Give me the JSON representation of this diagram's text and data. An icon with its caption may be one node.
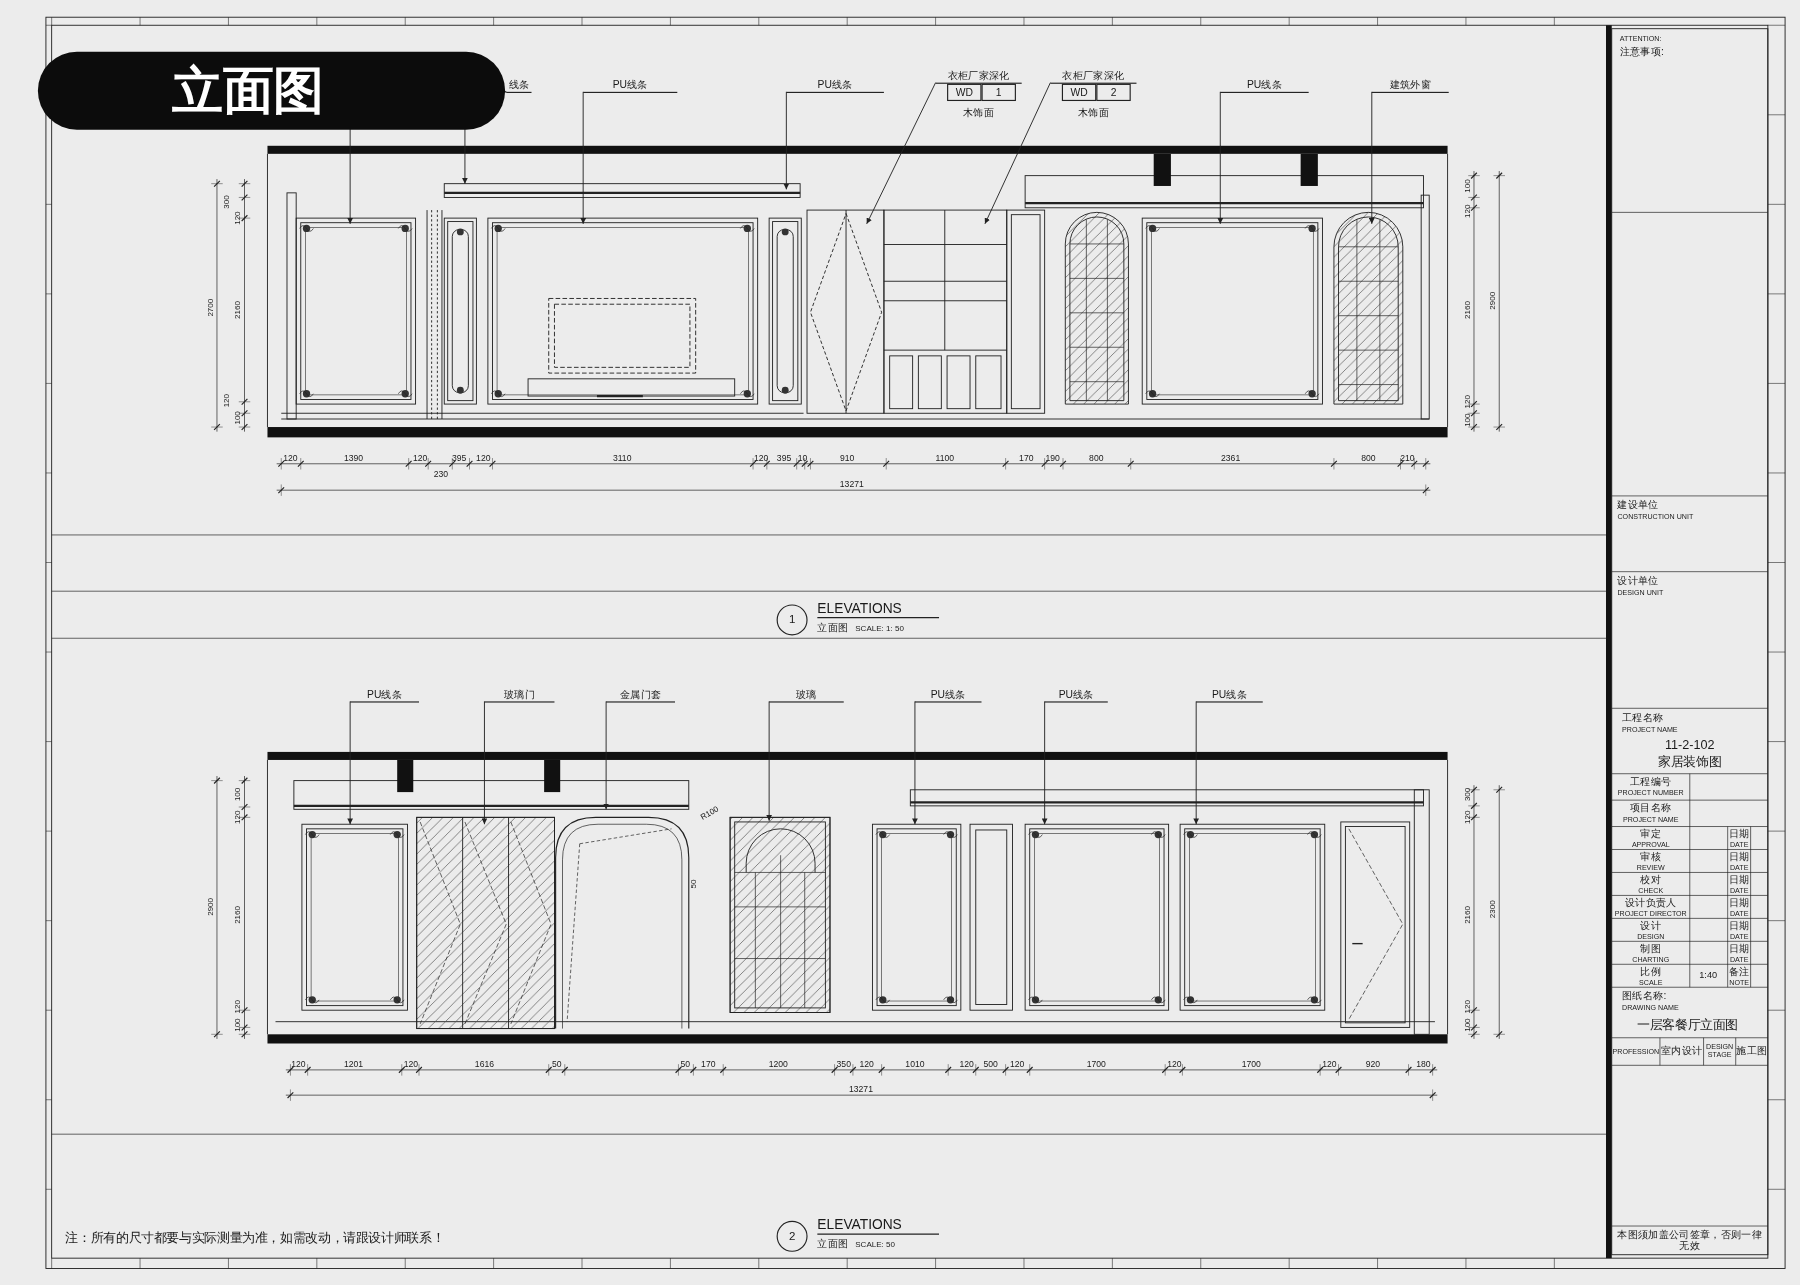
{
  "diagram": {
    "title": "立面图",
    "nodes": [
      {
        "text": [
          "线条"
        ]
      },
      {
        "text": [
          "PU线条"
        ]
      },
      {
        "text": [
          "PU线条"
        ]
      },
      {
        "text": [
          "衣柜厂家深化",
          "WD",
          "1",
          "木饰面"
        ]
      },
      {
        "text": [
          "衣柜厂家深化",
          "WD",
          "2",
          "木饰面"
        ]
      },
      {
        "text": [
          "PU线条"
        ]
      },
      {
        "text": [
          "建筑外窗"
        ]
      },
      {
        "text": [
          "PU线条"
        ]
      },
      {
        "text": [
          "玻璃门"
        ]
      },
      {
        "text": [
          "金属门套"
        ]
      },
      {
        "text": [
          "玻璃"
        ]
      },
      {
        "text": [
          "PU线条"
        ]
      },
      {
        "text": [
          "PU线条"
        ]
      },
      {
        "text": [
          "PU线条"
        ]
      }
    ],
    "edges": [
      {
        "from": 0,
        "to": null,
        "arrow": "to"
      },
      {
        "from": 0,
        "to": null,
        "arrow": "to"
      },
      {
        "from": 1,
        "to": null,
        "arrow": "to"
      },
      {
        "from": 2,
        "to": null,
        "arrow": "to"
      },
      {
        "from": 3,
        "to": null,
        "arrow": "to"
      },
      {
        "from": 4,
        "to": null,
        "arrow": "to"
      },
      {
        "from": 5,
        "to": null,
        "arrow": "to"
      },
      {
        "from": 6,
        "to": null,
        "arrow": "to"
      },
      {
        "from": 7,
        "to": null,
        "arrow": "to"
      },
      {
        "from": 8,
        "to": null,
        "arrow": "to"
      },
      {
        "from": 9,
        "to": null,
        "arrow": "to"
      },
      {
        "from": 10,
        "to": null,
        "arrow": "to"
      },
      {
        "from": 11,
        "to": null,
        "arrow": "to"
      },
      {
        "from": 12,
        "to": null,
        "arrow": "to"
      },
      {
        "from": 13,
        "to": null,
        "arrow": "to"
      }
    ],
    "labels": [
      "120",
      "1390",
      "120",
      "395",
      "120",
      "3110",
      "120",
      "395",
      "10",
      "910",
      "1100",
      "170",
      "190",
      "800",
      "2361",
      "800",
      "210",
      "230",
      "13271",
      "300",
      "120",
      "2700",
      "2160",
      "120",
      "100",
      "100",
      "120",
      "2160",
      "120",
      "100",
      "2900",
      "1",
      "ELEVATIONS",
      "立面图",
      "SCALE: 1: 50",
      "120",
      "1201",
      "120",
      "1616",
      "50",
      "50",
      "170",
      "1200",
      "350",
      "120",
      "1010",
      "120",
      "500",
      "120",
      "1700",
      "120",
      "1700",
      "120",
      "920",
      "180",
      "13271",
      "100",
      "120",
      "2900",
      "2160",
      "120",
      "100",
      "300",
      "120",
      "2160",
      "2300",
      "120",
      "100",
      "R100",
      "50",
      "2",
      "ELEVATIONS",
      "立面图",
      "SCALE: 50",
      "注：所有的尺寸都要与实际测量为准，如需改动，请跟设计师联系！",
      "ATTENTION:",
      "注意事项:",
      "建设单位",
      "CONSTRUCTION UNIT",
      "设计单位",
      "DESIGN UNIT",
      "工程名称",
      "PROJECT NAME",
      "11-2-102",
      "家居装饰图",
      "工程编号",
      "PROJECT NUMBER",
      "项目名称",
      "PROJECT NAME",
      "审定",
      "APPROVAL",
      "日期",
      "DATE",
      "审核",
      "REVIEW",
      "日期",
      "DATE",
      "校对",
      "CHECK",
      "日期",
      "DATE",
      "设计负责人",
      "PROJECT DIRECTOR",
      "日期",
      "DATE",
      "设计",
      "DESIGN",
      "日期",
      "DATE",
      "制图",
      "CHARTING",
      "日期",
      "DATE",
      "比例",
      "SCALE",
      "1:40",
      "备注",
      "NOTE",
      "图纸名称:",
      "DRAWING NAME",
      "一层客餐厅立面图",
      "PROFESSION",
      "室内设计",
      "DESIGN STAGE",
      "施工图",
      "本图须加盖公司签章，否则一律无效"
    ]
  }
}
